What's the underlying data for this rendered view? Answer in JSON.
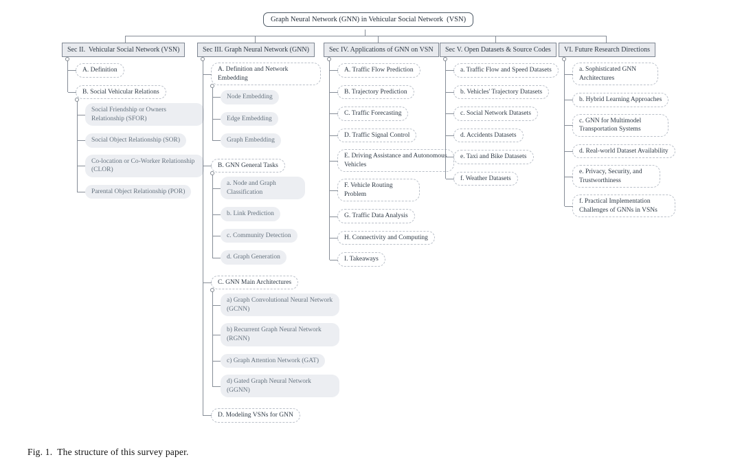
{
  "root": {
    "label": "Graph Neural Network (GNN) in Vehicular Social Network  (VSN)"
  },
  "caption": "Fig. 1.  The structure of this survey paper.",
  "colors": {
    "header_fill": "#e8eaee",
    "header_border": "#7d8591",
    "leaf_fill": "#eceef2",
    "leaf_text": "#66737f",
    "dark_text": "#2f3a46",
    "connector_line": "#858c96",
    "dashed_border": "#b9bfc8"
  },
  "columns": [
    {
      "header": "Sec II.  Vehicular Social Network (VSN)",
      "items": [
        {
          "label": "A. Definition"
        },
        {
          "label": "B. Social Vehicular Relations",
          "children": [
            {
              "label": "Social Friendship or Owners Relationship (SFOR)"
            },
            {
              "label": "Social Object Relationship (SOR)"
            },
            {
              "label": "Co-location or Co-Worker Relationship (CLOR)"
            },
            {
              "label": "Parental Object Relationship (POR)"
            }
          ]
        }
      ]
    },
    {
      "header": "Sec III. Graph Neural Network (GNN)",
      "items": [
        {
          "label": "A. Definition and Network Embedding",
          "children": [
            {
              "label": "Node Embedding"
            },
            {
              "label": "Edge Embedding"
            },
            {
              "label": "Graph Embedding"
            }
          ]
        },
        {
          "label": "B. GNN General Tasks",
          "children": [
            {
              "label": "a. Node and Graph Classification"
            },
            {
              "label": "b. Link Prediction"
            },
            {
              "label": "c. Community Detection"
            },
            {
              "label": "d. Graph Generation"
            }
          ]
        },
        {
          "label": "C. GNN Main Architectures",
          "children": [
            {
              "label": "a) Graph Convolutional Neural Network (GCNN)"
            },
            {
              "label": "b) Recurrent Graph Neural Network (RGNN)"
            },
            {
              "label": "c) Graph Attention Network (GAT)"
            },
            {
              "label": "d) Gated Graph Neural Network (GGNN)"
            }
          ]
        },
        {
          "label": "D. Modeling VSNs for GNN"
        }
      ]
    },
    {
      "header": "Sec IV. Applications of GNN on VSN",
      "items": [
        {
          "label": "A. Traffic Flow Prediction"
        },
        {
          "label": "B. Trajectory Prediction"
        },
        {
          "label": "C. Traffic Forecasting"
        },
        {
          "label": "D. Traffic Signal Control"
        },
        {
          "label": "E. Driving Assistance and Autonomous Vehicles"
        },
        {
          "label": "F. Vehicle Routing Problem"
        },
        {
          "label": "G. Traffic Data Analysis"
        },
        {
          "label": "H. Connectivity and Computing"
        },
        {
          "label": "I. Takeaways"
        }
      ]
    },
    {
      "header": "Sec V. Open Datasets & Source Codes",
      "items": [
        {
          "label": "a. Traffic Flow and Speed Datasets"
        },
        {
          "label": "b. Vehicles' Trajectory Datasets"
        },
        {
          "label": "c. Social Network Datasets"
        },
        {
          "label": "d. Accidents Datasets"
        },
        {
          "label": "e. Taxi and Bike Datasets"
        },
        {
          "label": "f. Weather Datasets"
        }
      ]
    },
    {
      "header": "VI. Future Research Directions",
      "items": [
        {
          "label": "a. Sophisticated GNN Architectures"
        },
        {
          "label": "b. Hybrid Learning Approaches"
        },
        {
          "label": "c. GNN for Multimodel Transportation Systems"
        },
        {
          "label": "d. Real-world Dataset Availability"
        },
        {
          "label": "e. Privacy, Security, and Trustworthiness"
        },
        {
          "label": "f. Practical Implementation Challenges of GNNs in VSNs"
        }
      ]
    }
  ]
}
